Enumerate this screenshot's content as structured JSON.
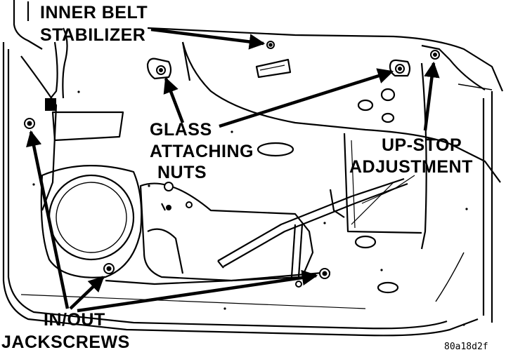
{
  "diagram": {
    "labels": {
      "inner_belt_stabilizer_line1": "INNER BELT",
      "inner_belt_stabilizer_line2": "STABILIZER",
      "glass_attaching_nuts_line1": "GLASS",
      "glass_attaching_nuts_line2": "ATTACHING",
      "glass_attaching_nuts_line3": "NUTS",
      "up_stop_adjustment_line1": "UP-STOP",
      "up_stop_adjustment_line2": "ADJUSTMENT",
      "in_out_jackscrews_line1": "IN/OUT",
      "in_out_jackscrews_line2": "JACKSCREWS"
    },
    "figure_code": "80a18d2f",
    "colors": {
      "ink": "#000000",
      "paper": "#ffffff"
    }
  }
}
